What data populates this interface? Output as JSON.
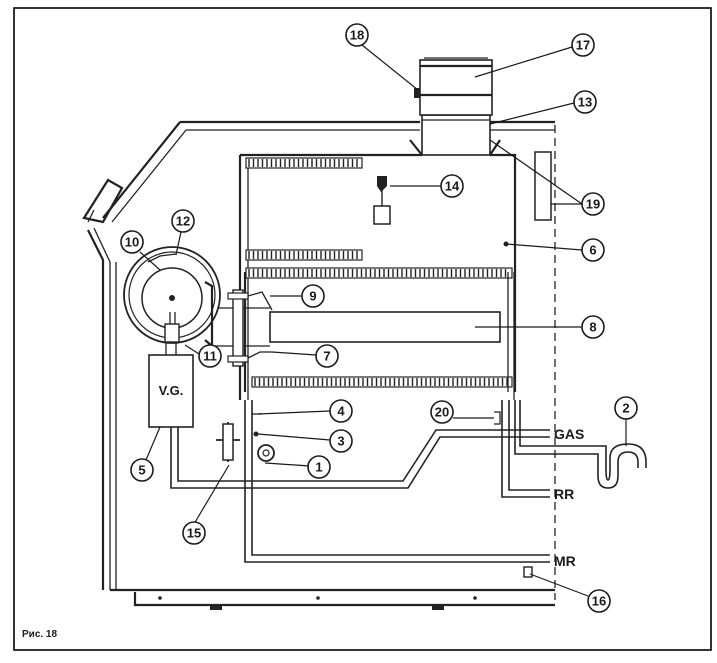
{
  "figure": {
    "caption": "Рис. 18"
  },
  "pipe_labels": {
    "gas": "GAS",
    "rr": "RR",
    "mr": "MR"
  },
  "components": {
    "gas_valve_label": "V.G."
  },
  "callouts": [
    "1",
    "2",
    "3",
    "4",
    "5",
    "6",
    "7",
    "8",
    "9",
    "10",
    "11",
    "12",
    "13",
    "14",
    "15",
    "16",
    "17",
    "18",
    "19",
    "20"
  ]
}
